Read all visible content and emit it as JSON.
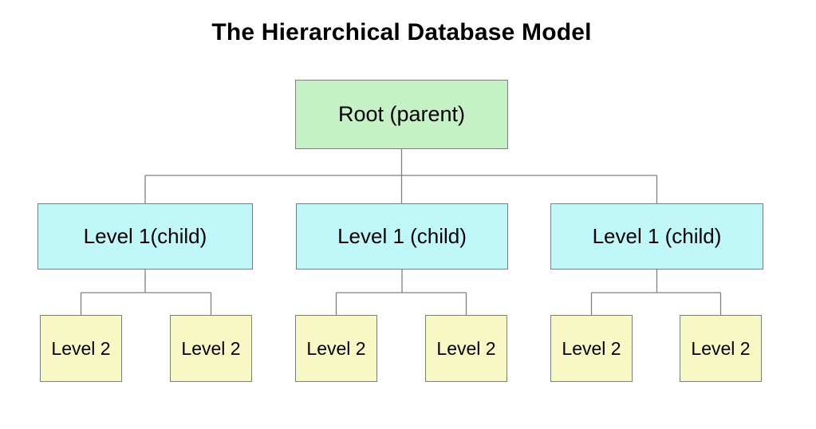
{
  "title": "The Hierarchical Database Model",
  "colors": {
    "root_fill": "#c4f2c5",
    "level1_fill": "#c0f7f8",
    "level2_fill": "#f8f8c4",
    "border_color": "#7f7f7f",
    "connector_color": "#7f7f7f",
    "text_color": "#000000"
  },
  "nodes": {
    "root": {
      "label": "Root (parent)"
    },
    "level1": [
      {
        "label": "Level 1(child)"
      },
      {
        "label": "Level 1 (child)"
      },
      {
        "label": "Level 1 (child)"
      }
    ],
    "level2": [
      {
        "label": "Level 2"
      },
      {
        "label": "Level 2"
      },
      {
        "label": "Level 2"
      },
      {
        "label": "Level 2"
      },
      {
        "label": "Level 2"
      },
      {
        "label": "Level 2"
      }
    ]
  }
}
